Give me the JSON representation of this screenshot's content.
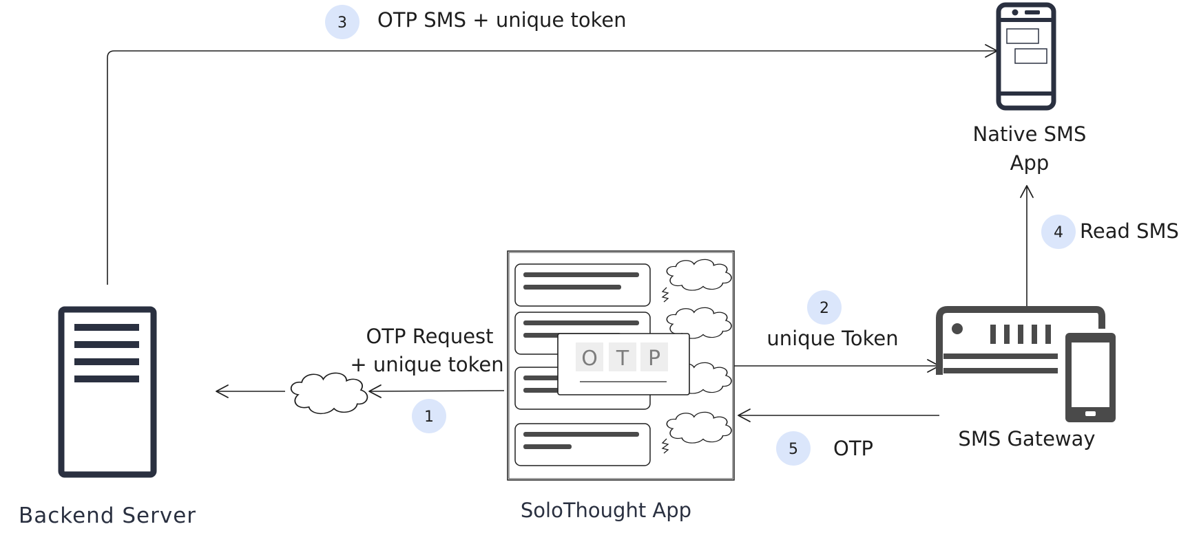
{
  "nodes": {
    "backend_server": "Backend Server",
    "solothought_app": "SoloThought App",
    "sms_gateway": "SMS Gateway",
    "native_sms_line1": "Native SMS",
    "native_sms_line2": "App"
  },
  "steps": [
    {
      "num": "1",
      "line1": "OTP Request",
      "line2": "+ unique token"
    },
    {
      "num": "2",
      "line1": "unique Token"
    },
    {
      "num": "3",
      "line1": "OTP SMS + unique token"
    },
    {
      "num": "4",
      "line1": "Read SMS"
    },
    {
      "num": "5",
      "line1": "OTP"
    }
  ],
  "otp_box": [
    "O",
    "T",
    "P"
  ],
  "colors": {
    "badge_fill": "#dbe6fb",
    "server_stroke": "#2a3040",
    "gateway_fill": "#4a4a4a",
    "line": "#1e1e1e"
  }
}
